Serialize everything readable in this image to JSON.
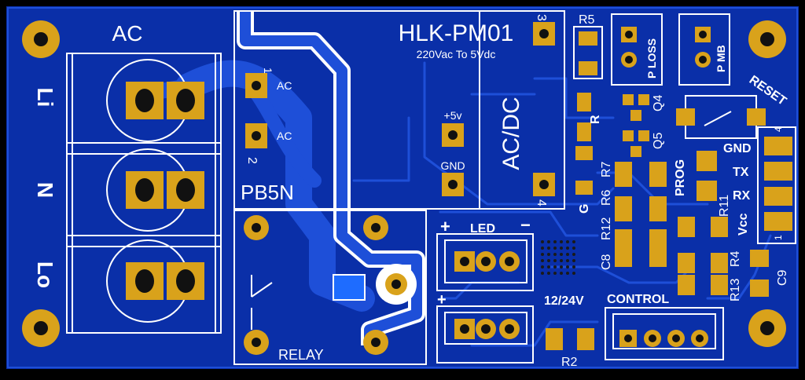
{
  "board": {
    "colors": {
      "background": "#000000",
      "board": "#0a2fa8",
      "copper": "#1e4fd8",
      "trace": "#1540c0",
      "pad_gold": "#d9a21b",
      "hole": "#111111",
      "silk": "#ffffff"
    },
    "labels": {
      "ac": "AC",
      "li": "Li",
      "n": "N",
      "lo": "Lo",
      "module_name": "HLK-PM01",
      "module_spec": "220Vac To 5Vdc",
      "acdc": "AC/DC",
      "pin_ac1": "AC",
      "pin_ac2": "AC",
      "num_1": "1",
      "num_2": "2",
      "num_3": "3",
      "num_4": "4",
      "plus5v": "+5v",
      "gnd_pin": "GND",
      "pb5n": "PB5N",
      "relay": "RELAY",
      "plus_led": "+",
      "led": "LED",
      "minus_led": "−",
      "plus_pwr": "+",
      "v1224": "12/24V",
      "control": "CONTROL",
      "r2": "R2",
      "r5": "R5",
      "p_loss": "P LOSS",
      "p_mb": "P MB",
      "reset": "RESET",
      "r_single": "R",
      "q4": "Q4",
      "q5": "Q5",
      "r7": "R7",
      "r6": "R6",
      "r12": "R12",
      "c8": "C8",
      "g": "G",
      "prog": "PROG",
      "r11": "R11",
      "r4": "R4",
      "r13": "R13",
      "c9": "C9",
      "gnd": "GND",
      "tx": "TX",
      "rx": "RX",
      "vcc": "Vcc",
      "hdr_4": "4",
      "hdr_1": "1"
    }
  }
}
